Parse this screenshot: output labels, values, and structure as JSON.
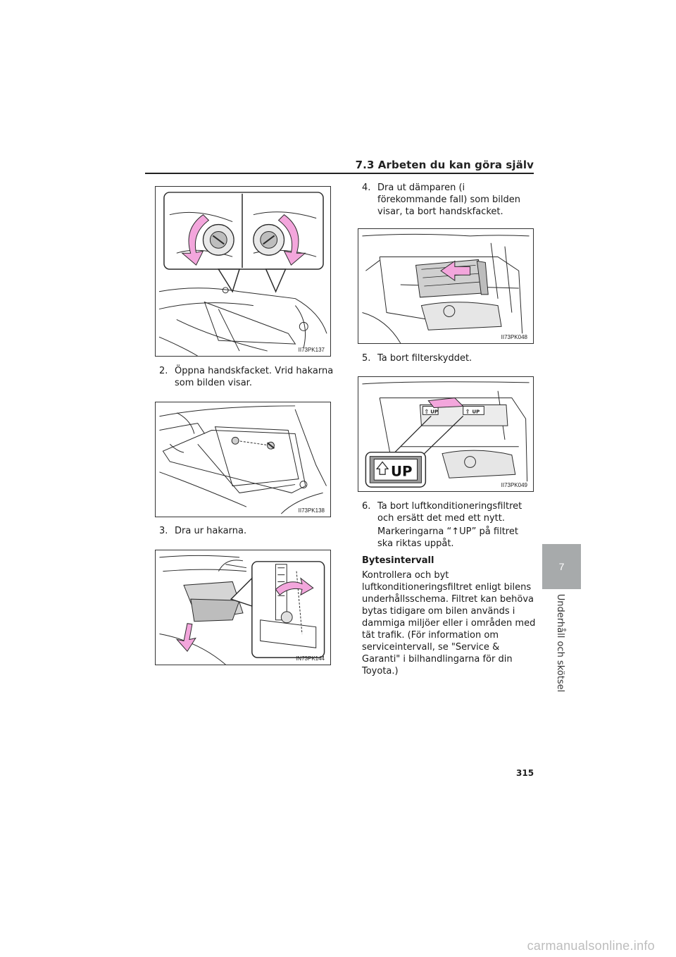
{
  "header": {
    "section_title": "7.3  Arbeten du kan göra själv"
  },
  "figures": [
    {
      "code": "II73PK137"
    },
    {
      "code": "II73PK138"
    },
    {
      "code": "IN73PK144"
    },
    {
      "code": "II73PK048"
    },
    {
      "code": "II73PK049"
    }
  ],
  "steps": {
    "s2": {
      "num": "2.",
      "text": "Öppna handskfacket. Vrid hakarna som bilden visar."
    },
    "s3": {
      "num": "3.",
      "text": "Dra ur hakarna."
    },
    "s4": {
      "num": "4.",
      "text": "Dra ut dämparen (i förekommande fall) som bilden visar, ta bort handskfacket."
    },
    "s5": {
      "num": "5.",
      "text": "Ta bort filterskyddet."
    },
    "s6": {
      "num": "6.",
      "text": "Ta bort luftkonditioneringsfiltret och ersätt det med ett nytt."
    },
    "s6_note": "Markeringarna “↑UP” på filtret ska riktas uppåt."
  },
  "interval": {
    "heading": "Bytesintervall",
    "body": "Kontrollera och byt luftkonditioneringsfiltret enligt bilens underhållsschema. Filtret kan behöva bytas tidigare om bilen används i dammiga miljöer eller i områden med tät trafik. (För information om serviceintervall, se \"Service & Garanti\" i bilhandlingarna för din Toyota.)"
  },
  "filter_label": {
    "big": "UP",
    "small": "UP"
  },
  "chapter": {
    "number": "7",
    "title": "Underhåll och skötsel"
  },
  "page_number": "315",
  "watermark": "carmanualsonline.info",
  "colors": {
    "arrow_pink": "#f3a6dc",
    "tab_gray": "#a7aaab",
    "line": "#2a2a2a"
  }
}
